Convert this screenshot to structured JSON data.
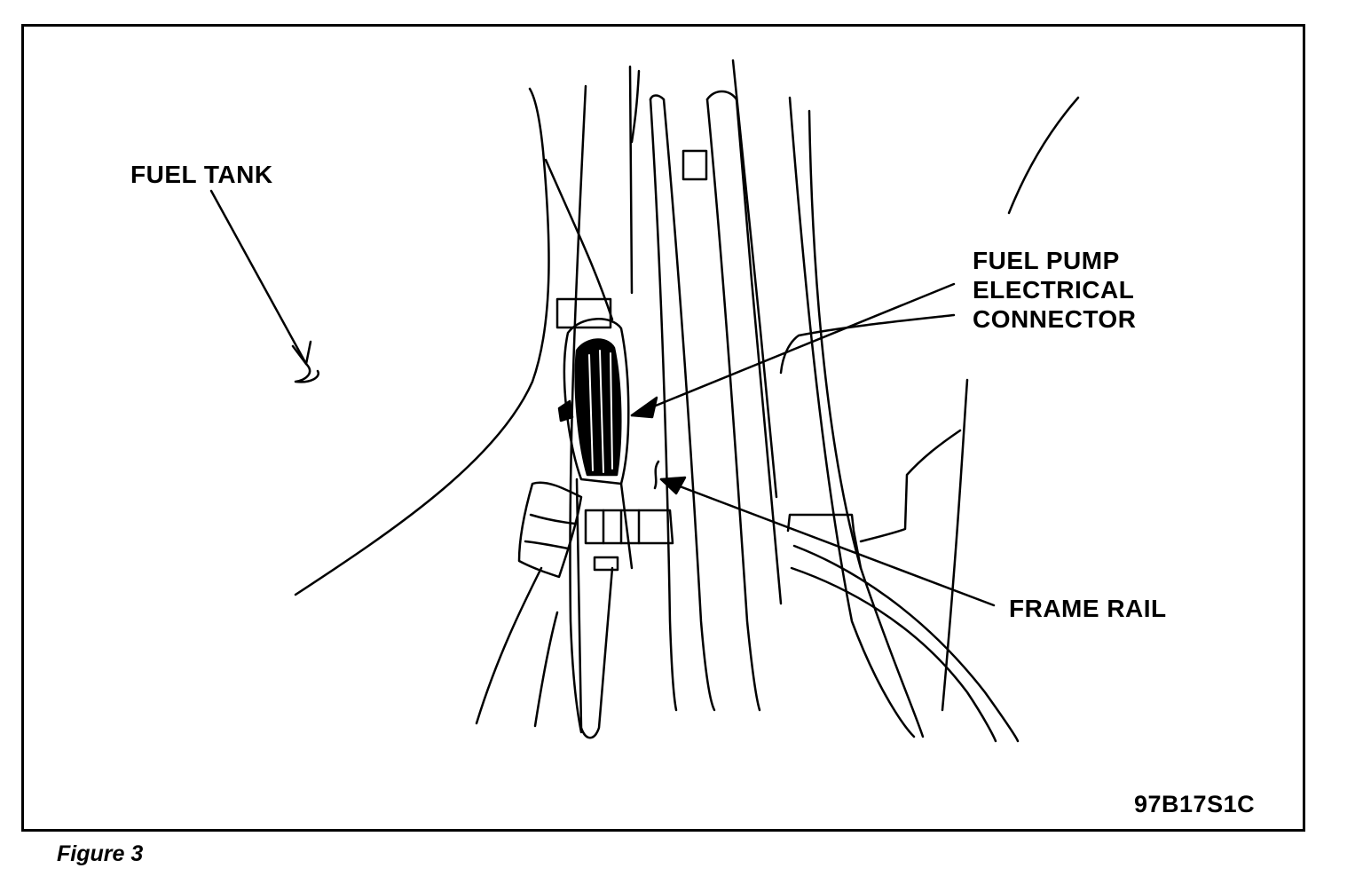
{
  "figure": {
    "caption": "Figure 3",
    "code": "97B17S1C"
  },
  "labels": {
    "fuel_tank": "FUEL TANK",
    "fuel_pump_connector": [
      "FUEL PUMP",
      "ELECTRICAL",
      "CONNECTOR"
    ],
    "frame_rail": "FRAME RAIL"
  },
  "colors": {
    "ink": "#000000",
    "paper": "#ffffff"
  }
}
